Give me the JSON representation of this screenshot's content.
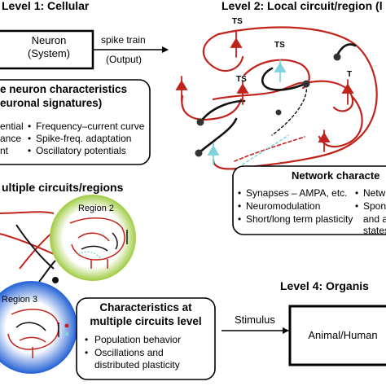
{
  "level1": {
    "title": "Level 1: Cellular",
    "neuron_box": [
      "Neuron",
      "(System)"
    ],
    "output_arrow": [
      "spike train",
      "(Output)"
    ],
    "characteristics_title": [
      "e neuron characteristics",
      "euronal signatures)"
    ],
    "left_items": [
      "ential",
      "ance",
      "nt"
    ],
    "right_items": [
      "Frequency–current curve",
      "Spike-freq. adaptation",
      "Oscillatory potentials"
    ]
  },
  "level2": {
    "title": "Level 2: Local circuit/region (l",
    "synapse_labels": [
      "TS",
      "TS",
      "TS",
      "T"
    ],
    "network_box_title": "Network characte",
    "left_items": [
      "Synapses – AMPA, etc.",
      "Neuromodulation",
      "Short/long term plasticity"
    ],
    "right_items": [
      "Netw",
      "Spon",
      "and a",
      "states"
    ]
  },
  "level3": {
    "title": "ultiple circuits/regions",
    "region_labels": [
      "Region 2",
      "Region 3"
    ],
    "characteristics_title": [
      "Characteristics at",
      "multiple circuits level"
    ],
    "items": [
      "Population behavior",
      "Oscillations and",
      "distributed plasticity"
    ]
  },
  "level4": {
    "title": "Level 4: Organis",
    "input_arrow": "Stimulus",
    "box_label": "Animal/Human"
  },
  "colors": {
    "circuit_red": "#c0231c",
    "cyan_neuron": "#7fd3dc",
    "region2_green": "#a6cf4f",
    "region3_blue": "#2b67d6"
  }
}
